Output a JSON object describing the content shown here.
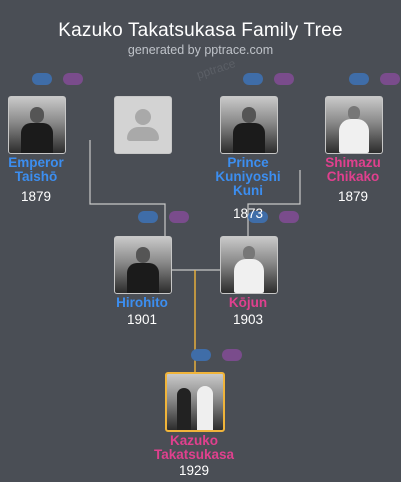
{
  "header": {
    "title": "Kazuko Takatsukasa Family Tree",
    "subtitle": "generated by pptrace.com",
    "watermark": "pptrace"
  },
  "colors": {
    "background": "#4a4e55",
    "male": "#3c8ef0",
    "female": "#e0408e",
    "line": "#c8c8c8",
    "focus_line": "#f0b43a",
    "badge_blue": "#3f6da8",
    "badge_purple": "#7a4c8c"
  },
  "people": {
    "taisho": {
      "name_line1": "Emperor",
      "name_line2": "Taishō",
      "year": "1879",
      "gender": "male"
    },
    "unknown": {
      "icon": "person-placeholder-icon"
    },
    "kuniyoshi": {
      "name_line1": "Prince",
      "name_line2": "Kuniyoshi",
      "name_line3": "Kuni",
      "year": "1873",
      "gender": "male"
    },
    "chikako": {
      "name_line1": "Shimazu",
      "name_line2": "Chikako",
      "year": "1879",
      "gender": "female"
    },
    "hirohito": {
      "name_line1": "Hirohito",
      "year": "1901",
      "gender": "male"
    },
    "kojun": {
      "name_line1": "Kōjun",
      "year": "1903",
      "gender": "female"
    },
    "kazuko": {
      "name_line1": "Kazuko",
      "name_line2": "Takatsukasa",
      "year": "1929",
      "gender": "female"
    }
  }
}
